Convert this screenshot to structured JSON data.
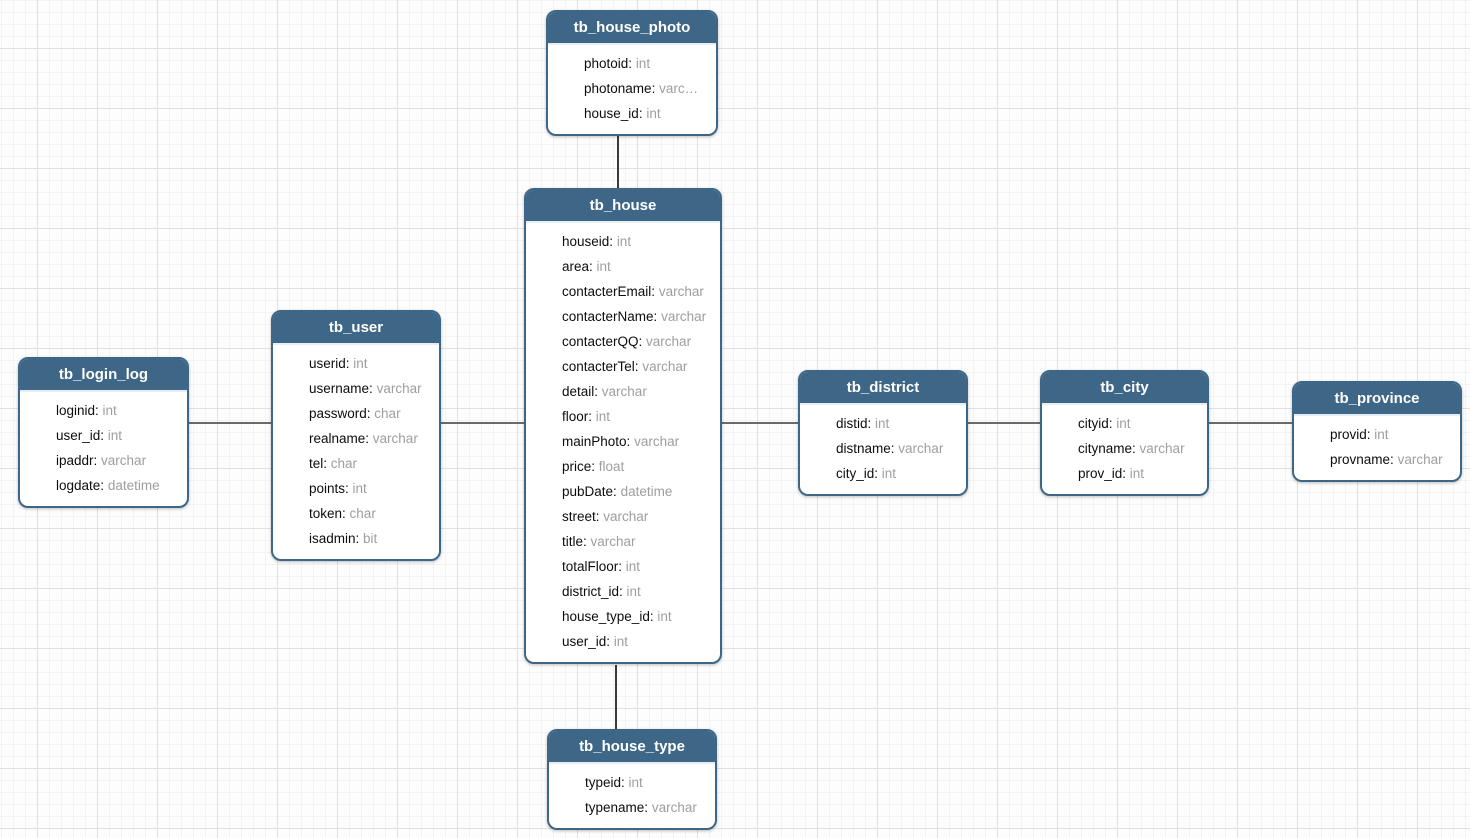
{
  "diagram": {
    "tables": [
      {
        "id": "tb_house_photo",
        "title": "tb_house_photo",
        "fields": [
          {
            "name": "photoid",
            "type": "int"
          },
          {
            "name": "photoname",
            "type": "varc…"
          },
          {
            "name": "house_id",
            "type": "int"
          }
        ]
      },
      {
        "id": "tb_house",
        "title": "tb_house",
        "fields": [
          {
            "name": "houseid",
            "type": "int"
          },
          {
            "name": "area",
            "type": "int"
          },
          {
            "name": "contacterEmail",
            "type": "varchar"
          },
          {
            "name": "contacterName",
            "type": "varchar"
          },
          {
            "name": "contacterQQ",
            "type": "varchar"
          },
          {
            "name": "contacterTel",
            "type": "varchar"
          },
          {
            "name": "detail",
            "type": "varchar"
          },
          {
            "name": "floor",
            "type": "int"
          },
          {
            "name": "mainPhoto",
            "type": "varchar"
          },
          {
            "name": "price",
            "type": "float"
          },
          {
            "name": "pubDate",
            "type": "datetime"
          },
          {
            "name": "street",
            "type": "varchar"
          },
          {
            "name": "title",
            "type": "varchar"
          },
          {
            "name": "totalFloor",
            "type": "int"
          },
          {
            "name": "district_id",
            "type": "int"
          },
          {
            "name": "house_type_id",
            "type": "int"
          },
          {
            "name": "user_id",
            "type": "int"
          }
        ]
      },
      {
        "id": "tb_user",
        "title": "tb_user",
        "fields": [
          {
            "name": "userid",
            "type": "int"
          },
          {
            "name": "username",
            "type": "varchar"
          },
          {
            "name": "password",
            "type": "char"
          },
          {
            "name": "realname",
            "type": "varchar"
          },
          {
            "name": "tel",
            "type": "char"
          },
          {
            "name": "points",
            "type": "int"
          },
          {
            "name": "token",
            "type": "char"
          },
          {
            "name": "isadmin",
            "type": "bit"
          }
        ]
      },
      {
        "id": "tb_login_log",
        "title": "tb_login_log",
        "fields": [
          {
            "name": "loginid",
            "type": "int"
          },
          {
            "name": "user_id",
            "type": "int"
          },
          {
            "name": "ipaddr",
            "type": "varchar"
          },
          {
            "name": "logdate",
            "type": "datetime"
          }
        ]
      },
      {
        "id": "tb_district",
        "title": "tb_district",
        "fields": [
          {
            "name": "distid",
            "type": "int"
          },
          {
            "name": "distname",
            "type": "varchar"
          },
          {
            "name": "city_id",
            "type": "int"
          }
        ]
      },
      {
        "id": "tb_city",
        "title": "tb_city",
        "fields": [
          {
            "name": "cityid",
            "type": "int"
          },
          {
            "name": "cityname",
            "type": "varchar"
          },
          {
            "name": "prov_id",
            "type": "int"
          }
        ]
      },
      {
        "id": "tb_province",
        "title": "tb_province",
        "fields": [
          {
            "name": "provid",
            "type": "int"
          },
          {
            "name": "provname",
            "type": "varchar"
          }
        ]
      },
      {
        "id": "tb_house_type",
        "title": "tb_house_type",
        "fields": [
          {
            "name": "typeid",
            "type": "int"
          },
          {
            "name": "typename",
            "type": "varchar"
          }
        ]
      }
    ],
    "connections": [
      {
        "from": "tb_house_photo",
        "to": "tb_house"
      },
      {
        "from": "tb_house",
        "to": "tb_house_type"
      },
      {
        "from": "tb_login_log",
        "to": "tb_user"
      },
      {
        "from": "tb_user",
        "to": "tb_house"
      },
      {
        "from": "tb_house",
        "to": "tb_district"
      },
      {
        "from": "tb_district",
        "to": "tb_city"
      },
      {
        "from": "tb_city",
        "to": "tb_province"
      }
    ]
  },
  "colors": {
    "table_header": "#3e6787",
    "table_border": "#3e6787",
    "field_name": "#0d0d0d",
    "field_type": "#9e9e9e",
    "connector": "#6a6a6a"
  }
}
